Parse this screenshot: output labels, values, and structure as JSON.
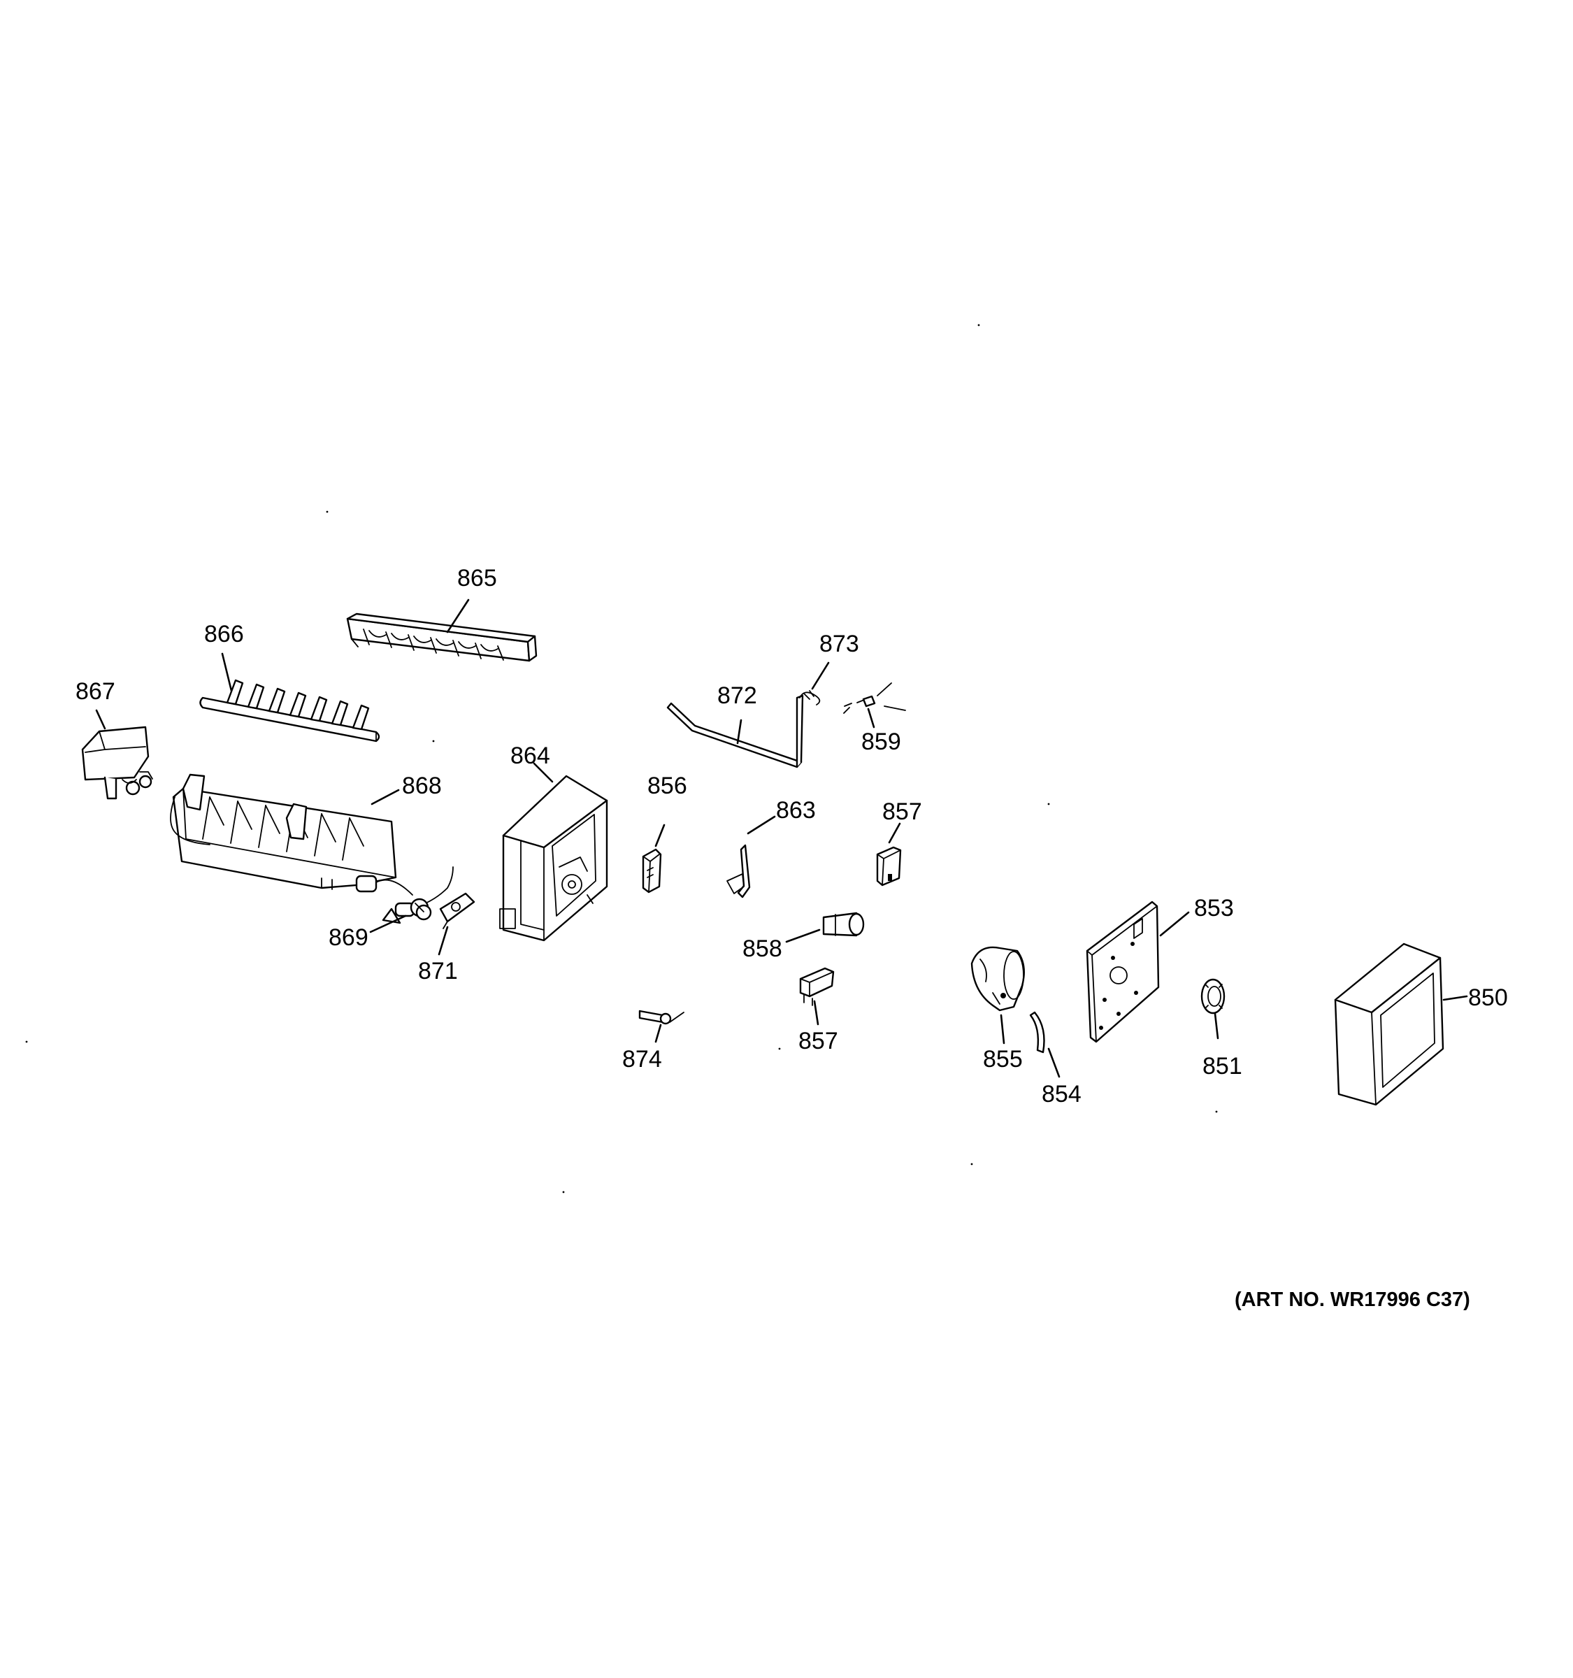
{
  "callouts": {
    "c850": "850",
    "c851": "851",
    "c853": "853",
    "c854": "854",
    "c855": "855",
    "c856": "856",
    "c857a": "857",
    "c857b": "857",
    "c858": "858",
    "c859": "859",
    "c863": "863",
    "c864": "864",
    "c865": "865",
    "c866": "866",
    "c867": "867",
    "c868": "868",
    "c869": "869",
    "c871": "871",
    "c872": "872",
    "c873": "873",
    "c874": "874"
  },
  "art_number": "(ART NO. WR17996 C37)"
}
